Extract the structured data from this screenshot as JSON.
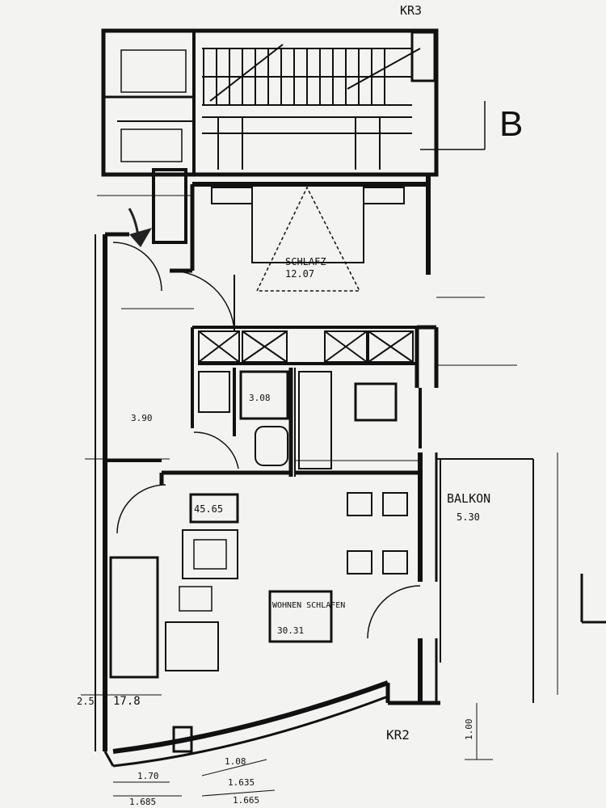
{
  "colors": {
    "paper": "#f3f3f1",
    "ink": "#111111",
    "arrow": "#222222"
  },
  "marks": {
    "stair_code": "KR3",
    "balcony_code": "KR2",
    "section_marker": "B"
  },
  "rooms": {
    "bedroom_name": "SCHLAFZ",
    "bedroom_area": "12.07",
    "hall_area": "3.90",
    "bath_area": "3.08",
    "kitchen_area": "45.65",
    "living_name": "WOHNEN SCHLAFEN",
    "living_area": "30.31",
    "balcony_name": "BALKON",
    "balcony_area": "5.30"
  },
  "dimensions": {
    "bottom_left": "1.70",
    "bottom_left_total": "1.685",
    "bottom_mid": "1.08",
    "bottom_mid_2": "1.635",
    "bottom_mid_total": "1.665",
    "facade_left": "2.5",
    "facade_left_2": "17.8",
    "right_vertical": "1.00"
  }
}
